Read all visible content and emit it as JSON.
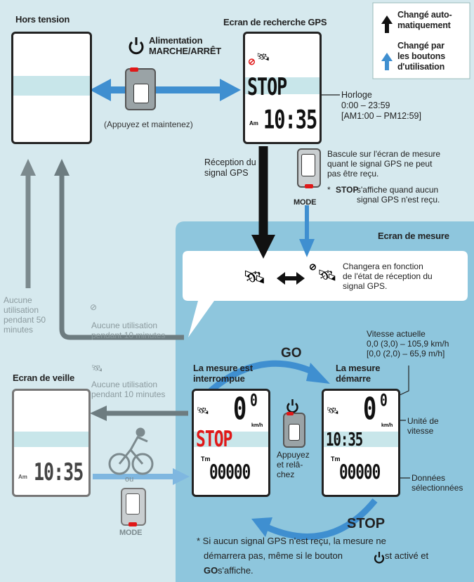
{
  "legend": {
    "auto": "Changé auto-\nmatiquement",
    "buttons": "Changé par\nles boutons\nd'utilisation"
  },
  "hors_tension": {
    "title": "Hors tension"
  },
  "power": {
    "label": "Alimentation\nMARCHE/ARRÊT",
    "press_hold": "(Appuyez et maintenez)"
  },
  "gps_search": {
    "title": "Ecran de recherche GPS",
    "stop": "STOP",
    "time": "10:35",
    "am": "Am"
  },
  "clock": {
    "label": "Horloge\n0:00 – 23:59\n[AM1:00 – PM12:59]"
  },
  "reception": {
    "label": "Réception du\nsignal GPS"
  },
  "switch_note": {
    "text": "Bascule sur l'écran de mesure\nquant le signal GPS ne peut\npas être reçu.",
    "stop_word": "STOP",
    "stop_note": " s'affiche quand aucun\nsignal GPS n'est reçu.",
    "mode": "MODE",
    "asterisk": "*"
  },
  "measure": {
    "title": "Ecran de mesure",
    "change_note": "Changera en fonction\nde l'état  de réception du\nsignal GPS.",
    "speed_label": "Vitesse actuelle\n0,0 (3,0) – 105,9 km/h\n[0,0 (2,0) – 65,9 m/h]",
    "go": "GO",
    "stop": "STOP",
    "stopped_title": "La mesure est\ninterrompue",
    "started_title": "La mesure\ndémarre",
    "speed_value": "0",
    "speed_decimal": "0",
    "kmh": "km/h",
    "tm": "Tm",
    "data_value": "00000",
    "stopped_stop": "STOP",
    "started_time": "10:35",
    "press_release": "Appuyez\net relâ-\nchez",
    "unit_label": "Unité de\nvitesse",
    "data_label": "Données\nsélectionnées"
  },
  "inactivity": {
    "fifty": "Aucune\nutilisation\npendant 50\nminutes",
    "ten_a": "Aucune utilisation\npendant 10 minutes",
    "ten_b": "Aucune utilisation\npendant 10 minutes"
  },
  "veille": {
    "title": "Ecran de veille",
    "time": "10:35",
    "am": "Am",
    "ou": "ou",
    "mode": "MODE"
  },
  "footnote": {
    "line1": "* Si aucun signal GPS n'est reçu, la mesure ne",
    "line2a": "démarrera pas, même si le bouton ",
    "line2b": "st activé et",
    "go": "GO",
    "line3": " s'affiche."
  },
  "colors": {
    "background": "#d6e9ee",
    "measure_panel": "#8ec6dd",
    "blue_arrow": "#3f8fd0",
    "grey_arrow": "#6d7c80",
    "red": "#e01818"
  }
}
